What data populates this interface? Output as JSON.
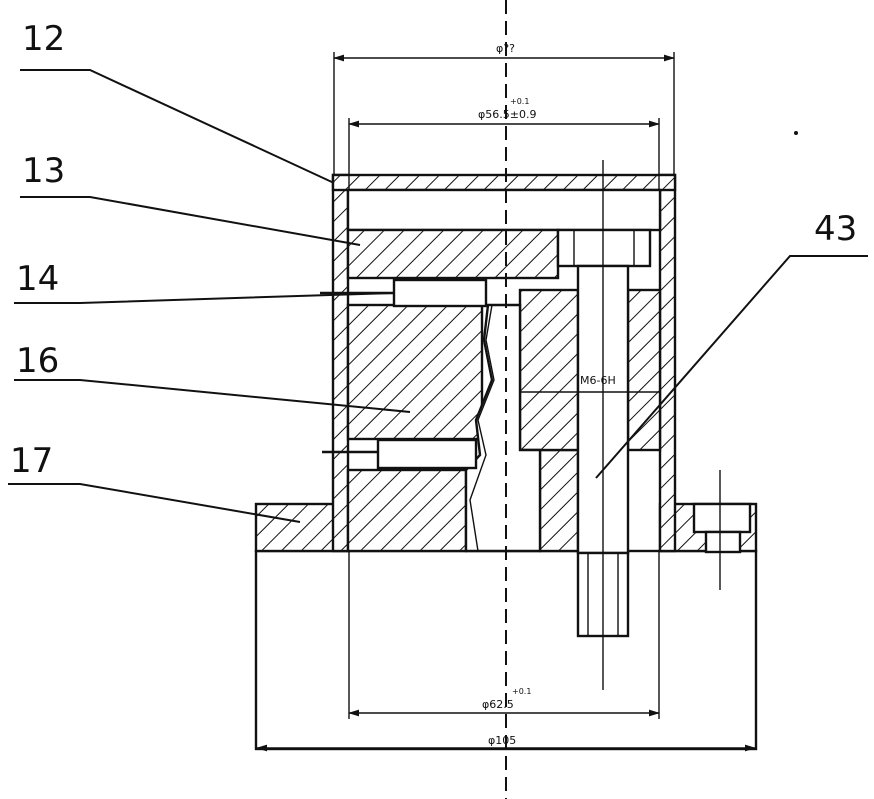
{
  "part_labels": {
    "p12": "12",
    "p13": "13",
    "p14": "14",
    "p16": "16",
    "p17": "17",
    "p43": "43"
  },
  "dimensions": {
    "top_outer": "φ??",
    "top_inner_sup": "+0.1",
    "top_inner": "φ56.5±0.9",
    "bolt_fit": "M6-6H",
    "bottom_inner_sup": "+0.1",
    "bottom_inner": "φ62.5",
    "bottom_outer": "φ105"
  }
}
